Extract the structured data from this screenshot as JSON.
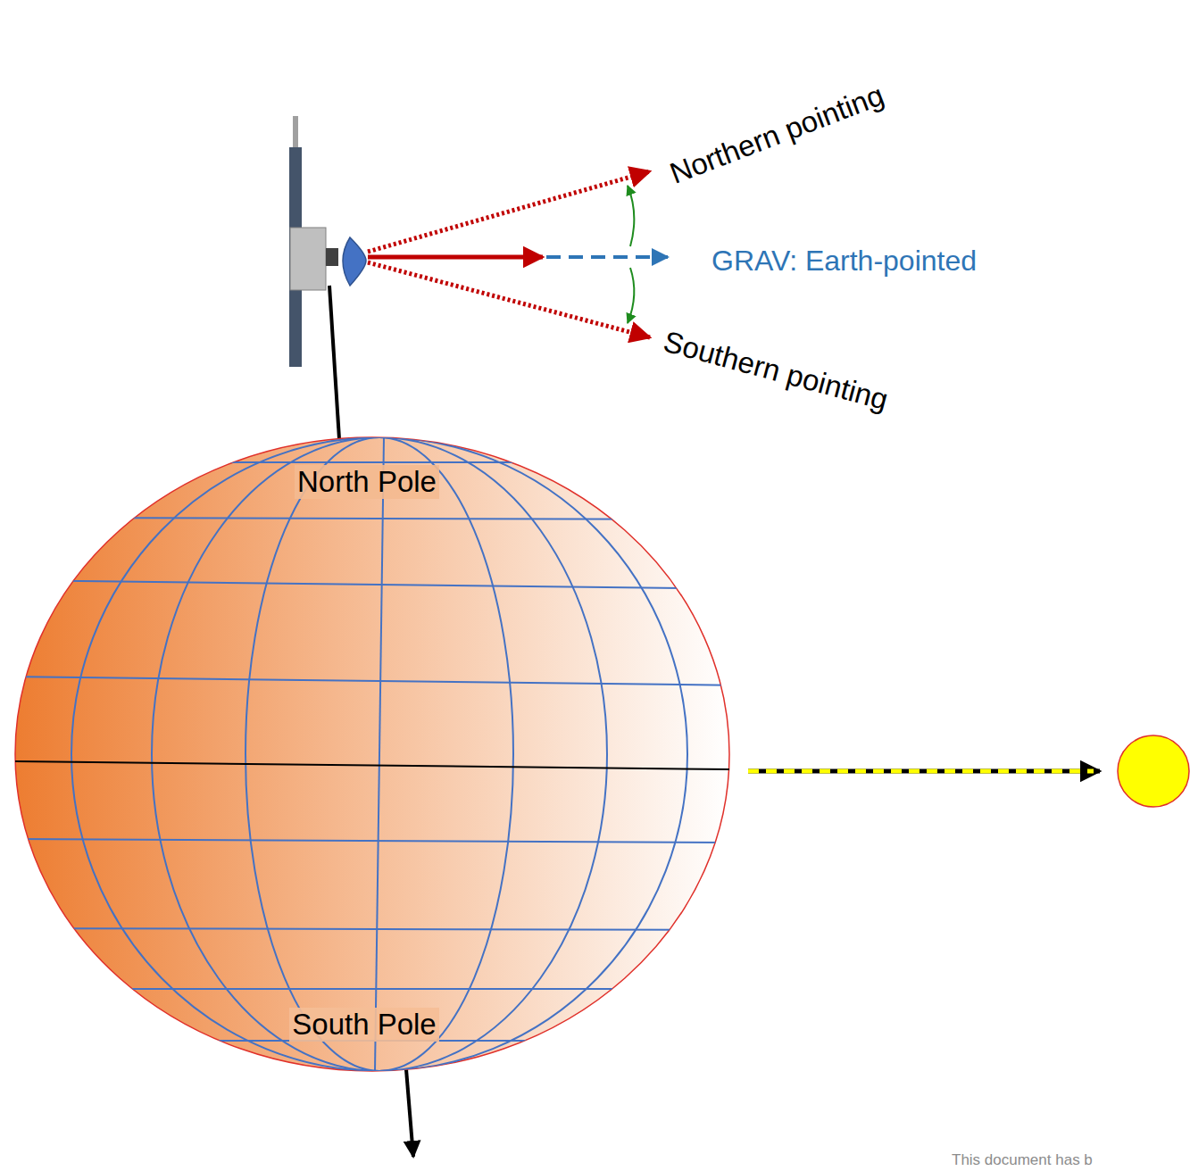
{
  "diagram": {
    "labels": [
      "Northern pointing",
      "GRAV: Earth-pointed",
      "Southern pointing",
      "North Pole",
      "South Pole",
      "This document has b"
    ]
  }
}
